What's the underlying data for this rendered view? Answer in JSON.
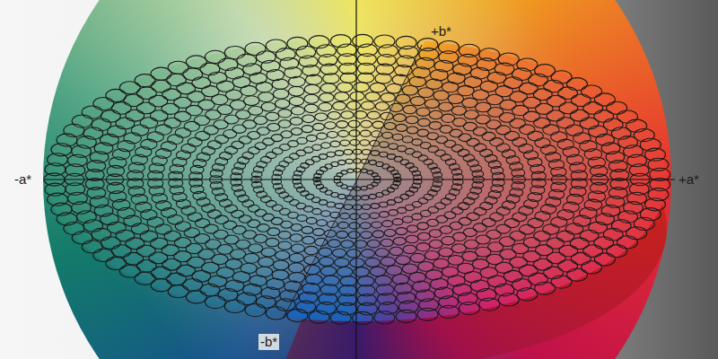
{
  "diagram": {
    "labels": [
      "+b*",
      "-a*",
      "+a*",
      "-b*"
    ]
  }
}
